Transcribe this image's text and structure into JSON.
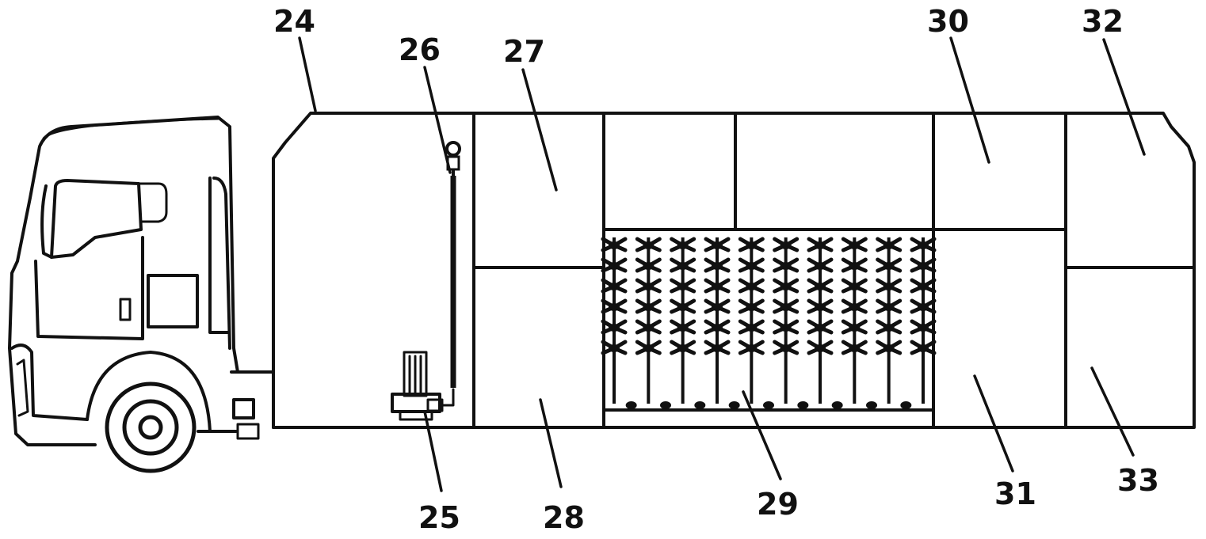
{
  "labels": {
    "l24": "24",
    "l25": "25",
    "l26": "26",
    "l27": "27",
    "l28": "28",
    "l29": "29",
    "l30": "30",
    "l31": "31",
    "l32": "32",
    "l33": "33"
  },
  "plant_grid": {
    "columns": 10,
    "rows": 6
  }
}
